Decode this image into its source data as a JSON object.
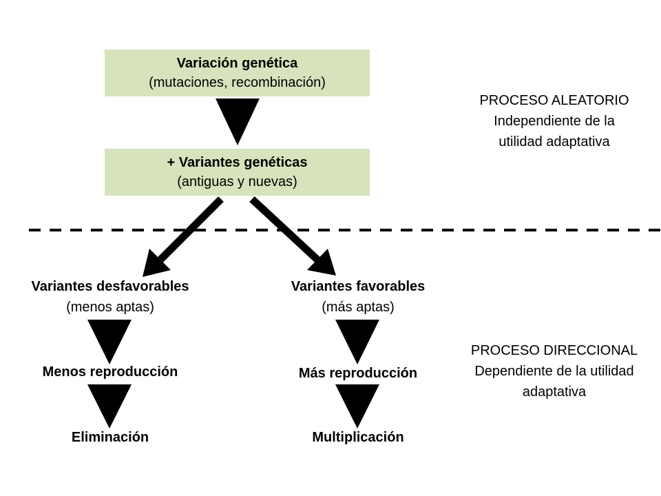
{
  "boxes": {
    "top": {
      "title": "Variación genética",
      "subtitle": "(mutaciones, recombinación)"
    },
    "middle": {
      "title": "+ Variantes genéticas",
      "subtitle": "(antiguas y nuevas)"
    }
  },
  "left_branch": {
    "title": "Variantes desfavorables",
    "subtitle": "(menos aptas)",
    "step1": "Menos reproducción",
    "step2": "Eliminación"
  },
  "right_branch": {
    "title": "Variantes favorables",
    "subtitle": "(más aptas)",
    "step1": "Más reproducción",
    "step2": "Multiplicación"
  },
  "notes": {
    "random": {
      "line1": "PROCESO ALEATORIO",
      "line2": "Independiente de la",
      "line3": "utilidad adaptativa"
    },
    "directional": {
      "line1": "PROCESO DIRECCIONAL",
      "line2": "Dependiente de la utilidad",
      "line3": "adaptativa"
    }
  },
  "colors": {
    "box_fill": "#d6e3bc",
    "arrow": "#000000",
    "text": "#000000"
  }
}
